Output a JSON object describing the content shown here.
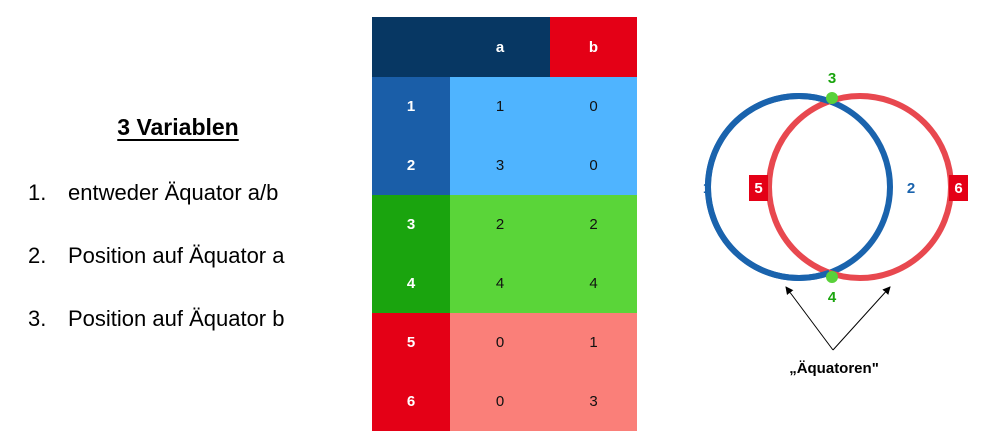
{
  "heading": "3 Variablen",
  "variables": [
    {
      "num": "1.",
      "text": "entweder Äquator a/b"
    },
    {
      "num": "2.",
      "text": "Position auf Äquator a"
    },
    {
      "num": "3.",
      "text": "Position auf Äquator b"
    }
  ],
  "table": {
    "header": {
      "label": "",
      "a": "a",
      "b": "b"
    },
    "rows": [
      {
        "label": "1",
        "a": "1",
        "b": "0"
      },
      {
        "label": "2",
        "a": "3",
        "b": "0"
      },
      {
        "label": "3",
        "a": "2",
        "b": "2"
      },
      {
        "label": "4",
        "a": "4",
        "b": "4"
      },
      {
        "label": "5",
        "a": "0",
        "b": "1"
      },
      {
        "label": "6",
        "a": "0",
        "b": "3"
      }
    ]
  },
  "colors": {
    "dark_blue": "#073763",
    "red": "#e40016",
    "blue_label": "#1a5ea8",
    "light_blue": "#4fb4ff",
    "green_label": "#1aa40e",
    "light_green": "#5ad539",
    "light_red": "#fa7f79",
    "circle_blue": "#1a63ad",
    "circle_red": "#e8484f",
    "dot_green": "#59d13a"
  },
  "diagram": {
    "top_point": "3",
    "bottom_point": "4",
    "blue_left": "1",
    "blue_right": "2",
    "red_left": "5",
    "red_right": "6",
    "caption": "„Äquatoren\""
  }
}
